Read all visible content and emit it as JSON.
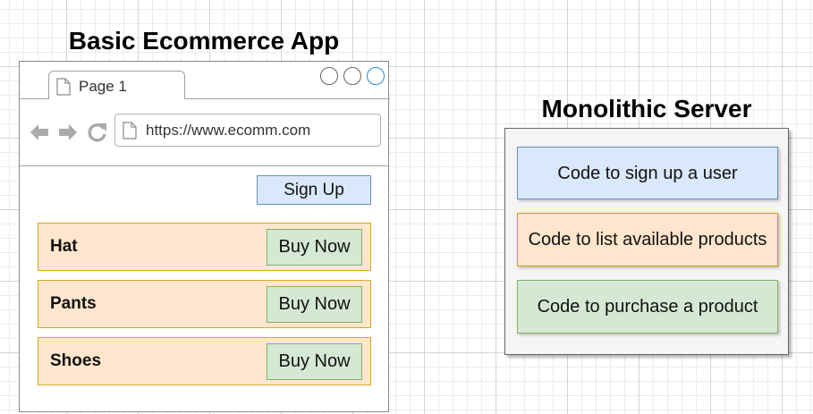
{
  "app": {
    "title": "Basic Ecommerce App",
    "tab_label": "Page 1",
    "url": "https://www.ecomm.com",
    "signup_label": "Sign Up",
    "products": [
      {
        "name": "Hat",
        "button_label": "Buy Now"
      },
      {
        "name": "Pants",
        "button_label": "Buy Now"
      },
      {
        "name": "Shoes",
        "button_label": "Buy Now"
      }
    ]
  },
  "server": {
    "title": "Monolithic Server",
    "code_blocks": [
      {
        "label": "Code to sign up a user",
        "color": "#dae8fc"
      },
      {
        "label": "Code to list available products",
        "color": "#ffe6cc"
      },
      {
        "label": "Code to purchase a product",
        "color": "#d5e8d4"
      }
    ]
  },
  "icons": [
    "document-icon",
    "back-arrow-icon",
    "forward-arrow-icon",
    "reload-icon",
    "window-circle-icon"
  ]
}
